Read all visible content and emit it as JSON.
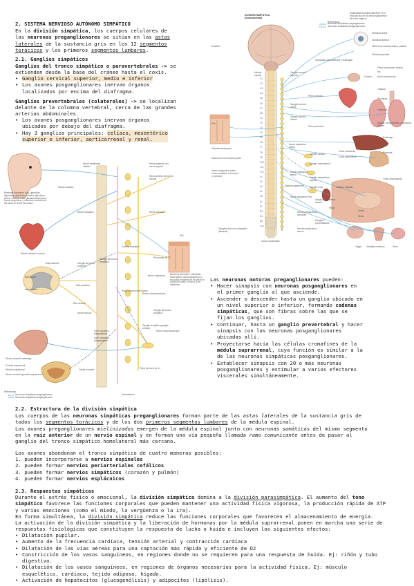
{
  "s2": {
    "heading": "2. SISTEMA NERVIOSO AUTÓNOMO SIMPÁTICO",
    "intro": [
      [
        "En la ",
        "división simpática",
        ", los cuerpos celulares de"
      ],
      [
        "las ",
        "neuronas preganglionares",
        " se sitúan en las ",
        "astas"
      ],
      [
        "laterales",
        " de la sustancia gris en los 12 ",
        "segmentos"
      ],
      [
        "torácicos",
        " y los primeros ",
        "segmentos lumbares",
        "."
      ]
    ]
  },
  "s21": {
    "heading": "2.1. Ganglios simpáticos",
    "tronco_title": "Ganglios del tronco simpático o paravertebrales ->",
    "tronco_tail": " se",
    "tronco_line2": "extienden desde la base del cráneo hasta el coxis.",
    "tronco_bullets": [
      [
        "Ganglio cervical superior, medio e inferior"
      ],
      [
        "Los axones posganglionares inervan órganos",
        "localizados por encima del diafragma."
      ]
    ],
    "preverte_title": "Ganglios prevertebrales (colaterales) ->",
    "preverte_tail": " se localizan",
    "preverte_lines": [
      "delante de la columna vertebral, cerca de las grandes",
      "arterias abdominales."
    ],
    "preverte_bullets": [
      [
        "Los axones posganglionares inervan órganos",
        "ubicados por debajo del diafragma."
      ],
      [
        "Hay 3 ganglios principales: ",
        "celíaco, mesentérico",
        "superior e inferior, aorticorrenal y renal."
      ]
    ]
  },
  "motoras": {
    "intro_a": "Las ",
    "intro_b": "neuronas motoras preganglionares",
    "intro_c": " pueden:",
    "items": [
      [
        "Hacer sinapsis con ",
        "neuronas posganglionares",
        " en",
        "el primer ganglio al que asciende."
      ],
      [
        "Ascender o descender hasta un ganglio ubicado en",
        "un nivel superior o inferior, formando ",
        "cadenas",
        "simpáticas",
        ", que son fibras sobre las que se",
        "fijan los ganglios."
      ],
      [
        "Continuar, hasta un ",
        "ganglio prevertebral",
        " y hacer",
        "sinapsis con las neuronas posganglionares",
        "ubicadas allí."
      ],
      [
        "Proyectarse hacia las células cromafines de la",
        "médula suprarrenal",
        ", cuya función es similar a la",
        "de las neuronas simpáticas posganglionares."
      ],
      [
        "Establecer sinapsis con 20 o más neuronas",
        "posganglionares y estimular a varios efectores",
        "viscerales simultáneamente."
      ]
    ]
  },
  "s22": {
    "heading": "2.2. Estructura de la división simpática",
    "p1": [
      [
        "Los cuerpos de las ",
        "neuronas simpáticas preganglionares",
        " forman parte de las ",
        "astas laterales",
        " de la sustancia gris de"
      ],
      [
        "todos los ",
        "segmentos torácicos",
        " y de los dos ",
        "primeros segmentos lumbares",
        " de la médula espinal."
      ],
      [
        "Los axones preganglionares ",
        "mielinizados",
        " emergen de la médula espinal junto con neuronas somáticas del mismo segmento"
      ],
      [
        "en la ",
        "raíz anterior",
        " de un ",
        "nervio espinal",
        " y en forman una vía pequeña llamada ",
        "ramo comunicante",
        " antes de pasar al"
      ],
      [
        "ganglio del tronco simpático homolateral más cercano."
      ]
    ],
    "p2": "Los axones abandonan el tronco simpático de cuatro maneras posibles:",
    "list": [
      [
        "1.",
        "pueden incorporarse a ",
        "nervios espinales",
        ""
      ],
      [
        "2.",
        "pueden formar ",
        "nervios periarteriales cefálicos",
        ""
      ],
      [
        "3.",
        "pueden formar ",
        "nervios simpáticos",
        " (corazón y pulmón)"
      ],
      [
        "4.",
        "pueden formar ",
        "nervios esplácnicos",
        ""
      ]
    ]
  },
  "s23": {
    "heading": "2.3. Respuestas simpáticas",
    "p1": [
      [
        "Durante el estrés físico o emocional, la ",
        "división simpática",
        " domina a la ",
        "división parasimpática",
        ". El aumento del ",
        "tono"
      ],
      [
        "simpático",
        " favorece las funciones corporales que pueden mantener una actividad física vigorosa, la producción rápida de ATP"
      ],
      [
        "y varias emociones (como el miedo, la vergüenza o la ira)."
      ],
      [
        "En forma simultánea, la ",
        "división simpática",
        " reduce las funciones corporales que favorecen el almacenamiento de energía."
      ],
      [
        "La activación de la división simpática y la liberación de hormonas por la médula suprarrenal ponen en marcha una serie de"
      ],
      [
        "respuestas fisiológicas que constituyen la respuesta de lucha o huida e incluyen los siguientes efectos:"
      ]
    ],
    "bullets": [
      [
        "Dilatación pupilar."
      ],
      [
        "Aumento de la frecuencia cardíaca, tensión arterial y contracción cardíaca"
      ],
      [
        "Dilatación de las vías aéreas para una captación más rápida y eficiente de O2"
      ],
      [
        "Constricción de los vasos sanguíneos, en regiones donde no se requieren para una respuesta de huida. Ej: riñón y tubo",
        "digestivo."
      ],
      [
        "Dilatación de los vasos sanguíneos, en regiones de órganos necesarios para la actividad física. Ej: músculo",
        "esquelético, cardíaco, tejido adiposo, hígado."
      ],
      [
        "Activación de hepatocitos (glucogenólisis) y adipocitos (lipólisis)."
      ]
    ]
  },
  "fig1": {
    "title": [
      "DIVISIÓN SIMPÁTICA",
      "(toracolumbar)"
    ],
    "refs": [
      "Referencias:",
      "Neuronas simpáticas preganglionares",
      "Neuronas simpáticas posganglionares"
    ],
    "cord_top": [
      "Médula",
      "espinal"
    ],
    "segments": [
      "C1",
      "C2",
      "C3",
      "C4",
      "C5",
      "C6",
      "C7",
      "C8",
      "T1",
      "T2",
      "T3",
      "T4",
      "T5",
      "T6",
      "T7",
      "T8",
      "T9",
      "T10",
      "T11",
      "T12",
      "L1",
      "L2",
      "L3",
      "L4",
      "L5",
      "S1",
      "S2",
      "S3",
      "S4",
      "S5",
      "Co1"
    ],
    "left_labels": [
      "Encéfalo",
      "Piel",
      "Glándula sudorípara",
      "Músculo liso del folículo piloso",
      "Vasos sanguíneos (cada tronco simpático inerva piel y vísceras)",
      "Ganglios del tronco simpático (bilateral)",
      "Cóccix (fusionado)"
    ],
    "right_top": [
      "Distribuidas fundamentalmente en el",
      "músculo liso de los vasos sanguíneos",
      "de estos órganos"
    ],
    "right_labels": [
      "Glándula pineal",
      "Glándula lagrimal",
      "Membrana mucosa nasal y paladar",
      "Glándula parótida",
      "Glándulas submandibular y sublingual",
      "Corazón",
      "Fibras musculares ciliares",
      "Iris",
      "Nodo sinoauricular",
      "Tráquea",
      "Bronquios",
      "Pulmones",
      "Hígado, vesícula biliar y conductos biliares",
      "Estómago",
      "Bazo",
      "Páncreas",
      "Colon descendente",
      "Colon transverso",
      "Colon ascendente",
      "Intestino delgado",
      "Riñón",
      "Uréter",
      "Recto",
      "Vejiga",
      "Genitales externos",
      "Útero"
    ],
    "ganglia": [
      "Ganglio cervical superior",
      "Ganglio cervical medio",
      "Ganglio cervical inferior",
      "Plexo cardíaco",
      "Plexo pulmonar",
      "Nervio esplácnico mayor",
      "Ganglio celíaco",
      "Ganglio aorticorrenal",
      "Nervio esplácnico menor",
      "Ganglio mesentérico superior",
      "Ganglio renal",
      "Nervio esplácnico imo",
      "Ganglio mesentérico inferior",
      "Ganglios prevertebrales",
      "Nervios esplácnicos lumbares",
      "Nervios esplácnicos sacros",
      "Médula suprarrenal"
    ]
  },
  "fig2": {
    "head_labels": [
      "Efectores viscerales: ojos, glándulas lagrimales, glándulas salivales, glándulas pineal, mucosa nasal, glándula sudorípara, vasos sanguíneos y músculos erectores de los pelos en la piel de la cara",
      "Arteria carótida"
    ],
    "heart_label": "Efector visceral: corazón",
    "top_labels": [
      "Nervio periarterial cefálico",
      "Nervio posterior del nervio espinal",
      "Ramo anterior del nervio espinal",
      "Nervio simpático",
      "Nervio cardíaco"
    ],
    "cord_labels": [
      "Asta posterior",
      "Asta lateral",
      "Asta anterior",
      "Ganglio de la raíz posterior",
      "Raíz posterior",
      "Raíz anterior",
      "Cadena simpática",
      "Ganglio del tronco simpático",
      "Nervio espinal",
      "Ramo comunicante blanco",
      "Ramo comunicante gris",
      "Nervio esplácnico",
      "Ganglio simpático (ganglio celíaco)",
      "Axón simpático preganglionar",
      "Axón simpático posganglionar"
    ],
    "skin_labels": [
      "Piel",
      "Efectores viscerales: Glándulas sudoríparas, vasos sanguíneos y músculos erectores de los pelos en la piel del cuello, el tronco y los miembros",
      "Pie arcoiris de T1",
      "Ganglio del tronco simpático",
      "Ramo comunicante gris"
    ],
    "bottom_labels": [
      "Efector visceral: estómago",
      "Corteza suprarrenal",
      "Médula suprarrenal",
      "Efector visceral: glándula suprarrenal",
      "Célula cromafín",
      "Plano del corte de L4",
      "Vista anterior"
    ],
    "refs": [
      "Referencias:",
      "Neuronas simpáticas preganglionares",
      "Neuronas simpáticas posganglionares"
    ]
  }
}
